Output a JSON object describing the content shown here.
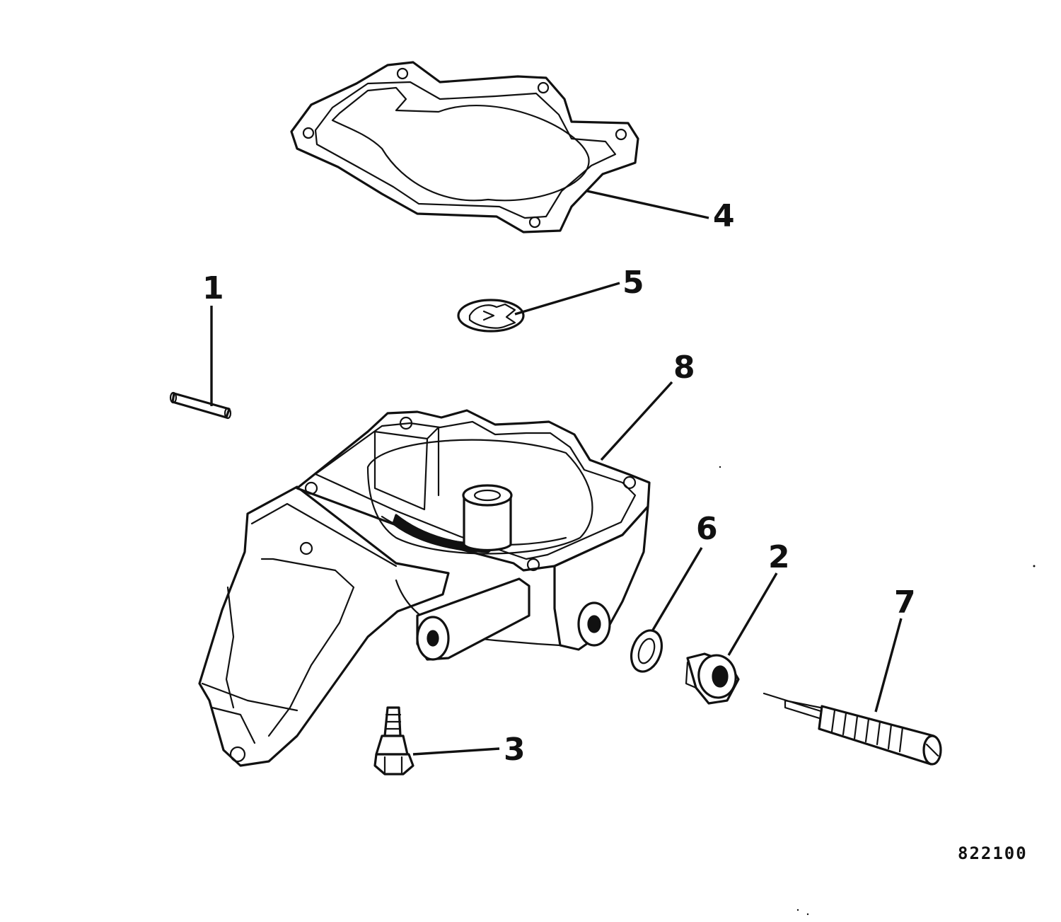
{
  "callouts": {
    "c1": "1",
    "c2": "2",
    "c3": "3",
    "c4": "4",
    "c5": "5",
    "c6": "6",
    "c7": "7",
    "c8": "8"
  },
  "figure_code": "822100",
  "colors": {
    "ink": "#111111",
    "paper": "#ffffff"
  }
}
